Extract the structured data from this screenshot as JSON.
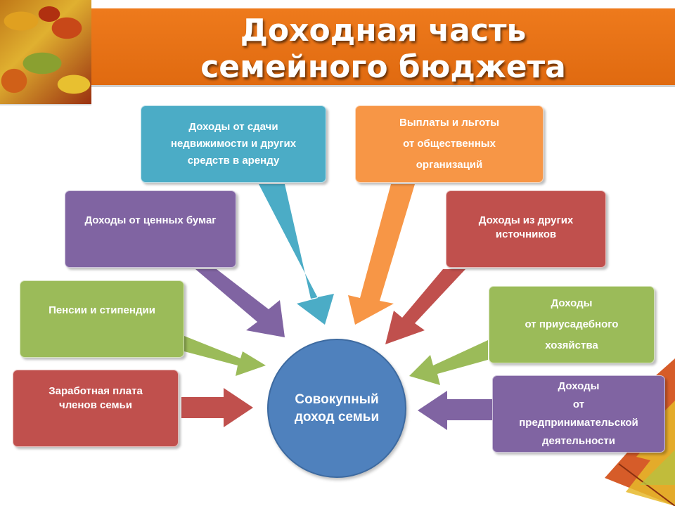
{
  "title": {
    "line1": "Доходная часть",
    "line2": "семейного бюджета"
  },
  "center": {
    "line1": "Совокупный",
    "line2": "доход семьи",
    "color": "#4f81bd"
  },
  "sources": [
    {
      "id": "rent",
      "lines": [
        "Доходы от сдачи",
        "недвижимости и других",
        "средств в аренду"
      ],
      "color": "#4bacc6"
    },
    {
      "id": "securities",
      "lines": [
        "Доходы от ценных бумаг"
      ],
      "color": "#8064a2"
    },
    {
      "id": "pensions",
      "lines": [
        "Пенсии и стипендии"
      ],
      "color": "#9bbb59"
    },
    {
      "id": "salary",
      "lines": [
        "Заработная плата",
        "членов семьи"
      ],
      "color": "#c0504d"
    },
    {
      "id": "benefits",
      "lines": [
        "Выплаты и льготы",
        "от общественных",
        "организаций"
      ],
      "color": "#f79646"
    },
    {
      "id": "other",
      "lines": [
        "Доходы из других",
        "источников"
      ],
      "color": "#c0504d"
    },
    {
      "id": "garden",
      "lines": [
        "Доходы",
        "от приусадебного",
        "хозяйства"
      ],
      "color": "#9bbb59"
    },
    {
      "id": "business",
      "lines": [
        "Доходы",
        "от",
        "предпринимательской",
        "деятельности"
      ],
      "color": "#8064a2"
    }
  ]
}
